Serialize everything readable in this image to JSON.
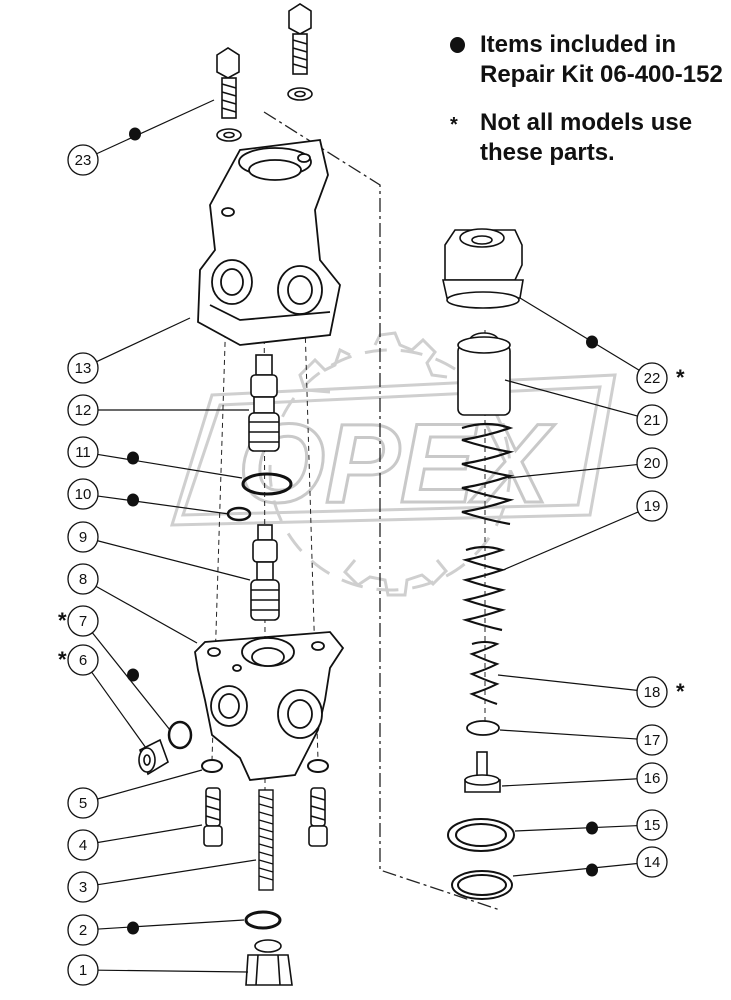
{
  "legend": {
    "bullet_line1": "Items included in",
    "bullet_line2": "Repair Kit 06-400-152",
    "star_symbol": "*",
    "star_line1": "Not all models use",
    "star_line2": "these parts."
  },
  "watermark": "OPEX",
  "callouts": [
    {
      "num": "1",
      "kit": false,
      "star": false
    },
    {
      "num": "2",
      "kit": true,
      "star": false
    },
    {
      "num": "3",
      "kit": false,
      "star": false
    },
    {
      "num": "4",
      "kit": false,
      "star": false
    },
    {
      "num": "5",
      "kit": false,
      "star": false
    },
    {
      "num": "6",
      "kit": false,
      "star": true
    },
    {
      "num": "7",
      "kit": true,
      "star": true
    },
    {
      "num": "8",
      "kit": false,
      "star": false
    },
    {
      "num": "9",
      "kit": false,
      "star": false
    },
    {
      "num": "10",
      "kit": true,
      "star": false
    },
    {
      "num": "11",
      "kit": true,
      "star": false
    },
    {
      "num": "12",
      "kit": false,
      "star": false
    },
    {
      "num": "13",
      "kit": false,
      "star": false
    },
    {
      "num": "14",
      "kit": true,
      "star": false
    },
    {
      "num": "15",
      "kit": true,
      "star": false
    },
    {
      "num": "16",
      "kit": false,
      "star": false
    },
    {
      "num": "17",
      "kit": false,
      "star": false
    },
    {
      "num": "18",
      "kit": false,
      "star": true
    },
    {
      "num": "19",
      "kit": false,
      "star": false
    },
    {
      "num": "20",
      "kit": false,
      "star": false
    },
    {
      "num": "21",
      "kit": false,
      "star": false
    },
    {
      "num": "22",
      "kit": true,
      "star": true
    },
    {
      "num": "23",
      "kit": true,
      "star": false
    }
  ]
}
